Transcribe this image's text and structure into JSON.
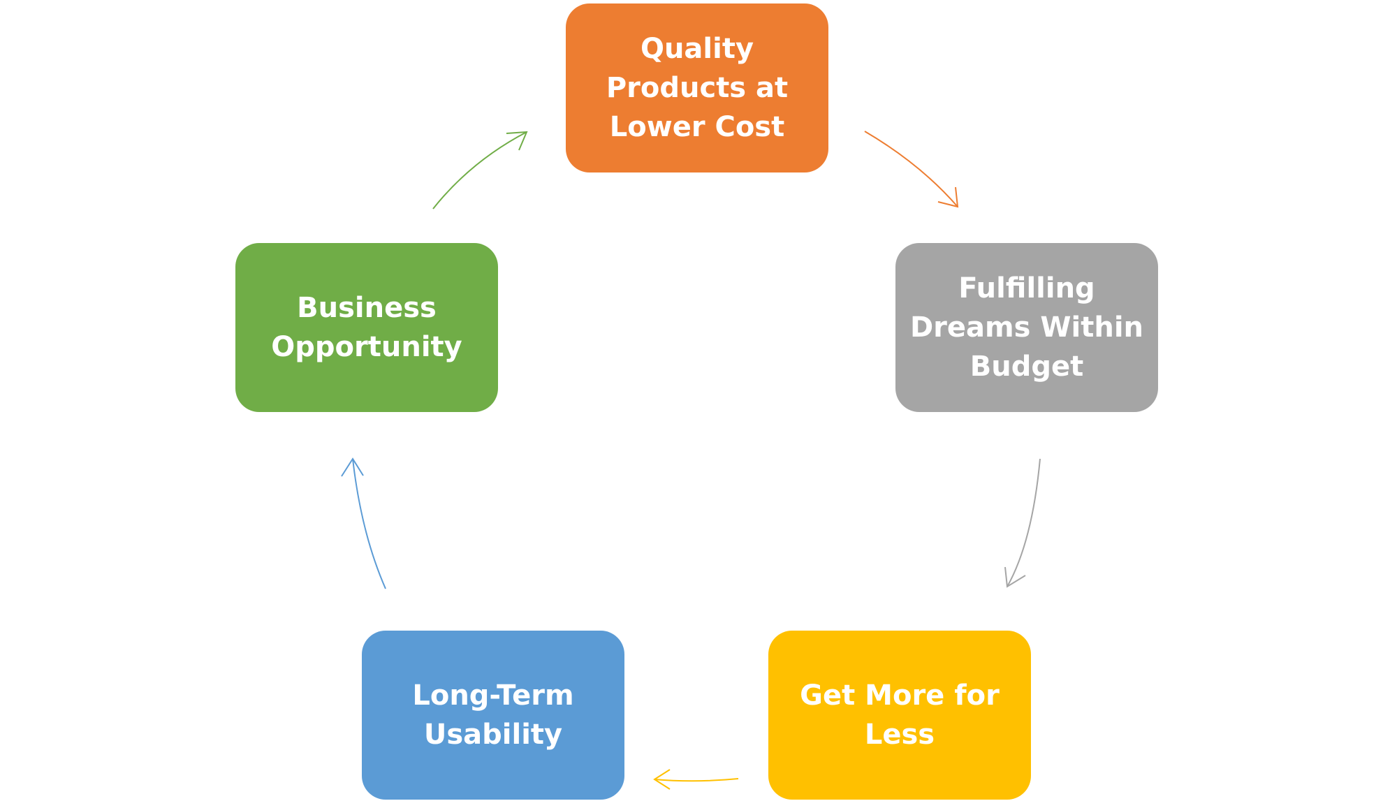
{
  "diagram": {
    "nodes": [
      {
        "id": "quality",
        "label": "Quality\nProducts at\nLower Cost",
        "color": "#ED7D31"
      },
      {
        "id": "dreams",
        "label": "Fulfilling\nDreams Within\nBudget",
        "color": "#A5A5A5"
      },
      {
        "id": "more",
        "label": "Get More for\nLess",
        "color": "#FFC000"
      },
      {
        "id": "longterm",
        "label": "Long-Term\nUsability",
        "color": "#5B9BD5"
      },
      {
        "id": "business",
        "label": "Business\nOpportunity",
        "color": "#70AD47"
      }
    ],
    "edges": [
      {
        "from": "quality",
        "to": "dreams",
        "color": "#ED7D31"
      },
      {
        "from": "dreams",
        "to": "more",
        "color": "#A5A5A5"
      },
      {
        "from": "more",
        "to": "longterm",
        "color": "#FFC000"
      },
      {
        "from": "longterm",
        "to": "business",
        "color": "#5B9BD5"
      },
      {
        "from": "business",
        "to": "quality",
        "color": "#70AD47"
      }
    ]
  }
}
